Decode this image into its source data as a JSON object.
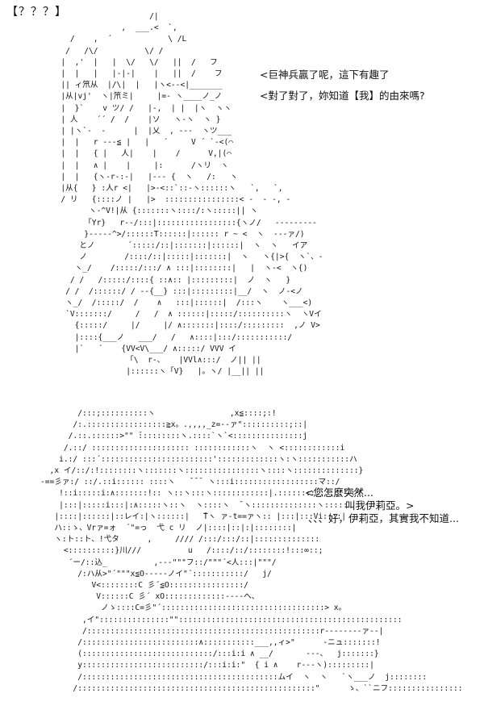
{
  "heading": "【？？？】",
  "top_art": [
    "                      /|",
    "                ,  ___.<  `,",
    "     /    ,  ´            \\ /L",
    "    /   /\\/          \\/ /",
    "   |  ,'  |   |  \\/   \\/   ||  /   フ",
    "   |  |   |   |-|-|    |   ||  /    フ",
    "   || ィ笊从  |/\\|  |   |ヽ<--<|_______",
    "   |从|vj'  ヽ|笊ミ|     |=- ヽ____ノ_ノ",
    "   |  }`    v ツ/ /   |-,  | |  |ヽ  ヽヽ",
    "   | 人    ´´ /  /    |ソ   ヽ-ヽ  ヽ }",
    "   | |ヽ`-  -      |  |乂  , ---  ヽツ___",
    "   |  |   r ---≦ |   |   ´     V ´ `-<(⌒",
    "   |  |   { |   人|    |    /      V,|(⌒",
    "   |  |   ∧ |    |     |:      /ヽリ  ヽ",
    "   |  |   {ヽ-r-:-|   |--- {  ヽ   /:   ヽ",
    "   |从{   } :人r <|   |>-<::`::-ヽ::::::ヽ   `,   `,",
    "   / リ   {::::ノ |   |>  ::::::::::::::::< -  - -, -",
    "         ヽ-^V!|从 {:::::::ヽ::::/:ヽ:::::|| ヽ",
    "        「Yr}   r--/:::|:::::::::::::::::{ヽノ/   ---------",
    "        }-----^>/::::::T::::::|:::::: r ~ <  ヽ  ---ァ/)",
    "       とノ       ´:::::/::|:::::::|::::::|  ヽ  ヽ   イア",
    "       ノ        /::::/::|:::::|:::::::|  ヽ   ヽ{|>{  ヽ`、-",
    "      ヽ_/    /:::::/:::/ ∧ :::|::::::::|   |  ヽ-<  ヽ{)",
    "     / /   /:::::/::::{ ::∧:: |:::::::::|  ノ  ヽ   }",
    "    / /  /::::::/ / --{__} :::|:::::::::|__/  ヽ  ノ-<ノ",
    "    ヽ_/  /:::::/  /    ∧   :::|::::::|  /:::ヽ    ヽ___<)",
    "    `V:::::::/     /   /  ∧ ::::::|:::::/::::::::::ヽ  ヽVイ",
    "      {:::::/     |/     |/ ∧:::::::|::::/:::::::::  ,ノ V>",
    "      |::::{___ノ   ___/   /   ∧::::|:::/:::::::::::/",
    "      |`   ´    {VV<V\\___/ ∧:::::/ VVV イ",
    "                 「\\  r-、   |VVl∧:::/  ノ|| ||",
    "                 |::::::ヽ「V}   |。ヽ/ |__|| ||"
  ],
  "bottom_art": [
    "        /:::;::::::::::ヽ                ,x≦::::;:!",
    "       /:.:::::::::::::::::≧x。.,,,,_z=--ァ\"::::::::::;::|",
    "      /.::.::::::>\"\" ̄:::::::::ヽ.::::`ヽ`<:::::::::::::::j",
    "     /.::/ ::::::::::::::::::::: ::::::::::::ヽ  ヽ <::::::::::::i",
    "    i.:/ :::´::::::::::::::::::::::::':::::::::::::ヽ:ヽ:::::::::::ハ",
    "  ,x イ/::/:!::::::::ヽ:::::::ヽ::::::::::::::::ヽ::::ヽ::::::::::::::}",
    "-==彡ァ:/ ::/.::i:::::: ::::ヽ   ̄ ̄ ̄  ヽ:::i::::::::::::::::::マ::/",
    "    !::i:::::i:∧:::::::!:: ヽ::ヽ:::ヽ::::::::::::|.::::::::::::::リ:イ",
    "    |:::|:::::i:::|:∧:::::ヽ::ヽ  ヽ::::ヽ  ̄ ヽ::::::::::::::ヽ:::::",
    "   |::::|::::::|::レイ:|ヽ::::::|   ̄Tヽ ァ-t==ァヽ:: |:::|:::Vi::::|",
    "   ハ::ゝ、Vrァ=ォ  ´\"=っ  弋 c リ  ノ|::::|::|:|::::::::|",
    "   ヽ:ト::ト、!弋タ      ,     //// /:::/:::/::|::::::::::::::",
    "     <::::::::::}川///          u   /::::/::/::::::::!:::∞::;",
    "      ´ー/::込_          ,---\"\"\"フ::/\"\"\"´<人:::|\"\"\"/",
    "        /:ハ从>\"´\"\"\"x≦O-----ノイ\"´:::::::::::/   j/",
    "           V<::::::::C 彡´≦O::::::::::::::::/",
    "            V::::::C 彡´ xO:::::::::::::----へ、",
    "             ノゝ::::C=彡\"´:::::::::::::::::::::::::::::::::::> x。",
    "         ,イ\":::::::::::::::\"\"::::::::::::::::::::::::::::::::::::::::::::::::",
    "         /::::::::::::::::::::::::::::::::::::::::::::::::::r--------ァ--|",
    "        /:::::::::::::::::::::::::∧:::::::::::___,,ィ>\"      -ニュ:::::::!",
    "        (::::::::::::::::::::::::::::/:::i:i ∧ __/       ---、  j:::::::}",
    "        y::::::::::::::::::::::::::/:::i:i:\"  { i ∧    r---ヽ):::::::::|",
    "        /::::::::::::::::::::::::::::::::::::::::::ムイ  ヽ  ヽ   `ヽ___ノ  j::::::::",
    "       /:::::::::::::::::::::::::::::::::::::::::::::::::::\"      ゝ、``ニフ::::::::::::::::"
  ],
  "speech": {
    "top_1": "巨神兵贏了呢，這下有趣了",
    "top_2": "對了對了，妳知道【我】的由來嗎?",
    "bottom_1": "您怎麼突然...",
    "bottom_2": "叫我伊莉亞。",
    "bottom_3": "好，伊莉亞，其實我不知道..."
  },
  "bubble_marks": {
    "open_angle": "<",
    "close_angle": ">",
    "lead": "、、、"
  }
}
